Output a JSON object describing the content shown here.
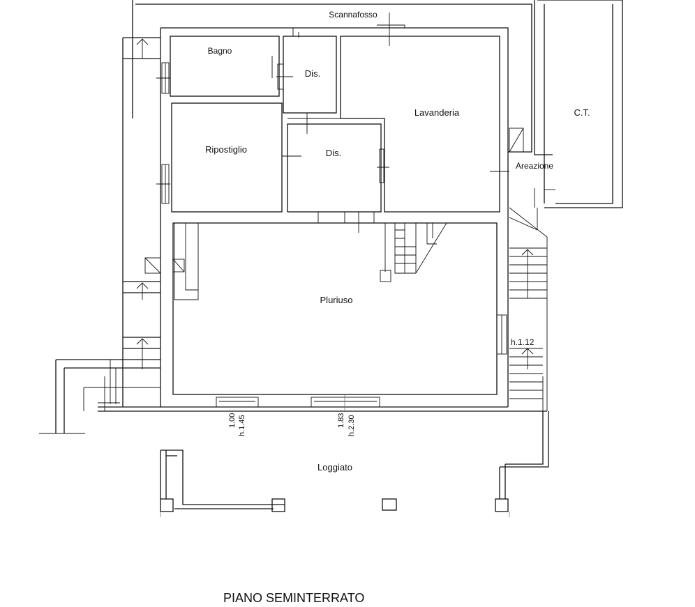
{
  "title": "PIANO SEMINTERRATO",
  "rooms": {
    "scannafosso": "Scannafosso",
    "bagno": "Bagno",
    "dis_top": "Dis.",
    "lavanderia": "Lavanderia",
    "ct": "C.T.",
    "ripostiglio": "Ripostiglio",
    "dis_mid": "Dis.",
    "areazione": "Areazione",
    "pluriuso": "Pluriuso",
    "loggiato": "Loggiato"
  },
  "dimensions": {
    "stair_height": "h.1.12",
    "window_left_width": "1.00",
    "window_left_height": "h.1.45",
    "window_right_width": "1.83",
    "window_right_height": "h.2.30"
  }
}
